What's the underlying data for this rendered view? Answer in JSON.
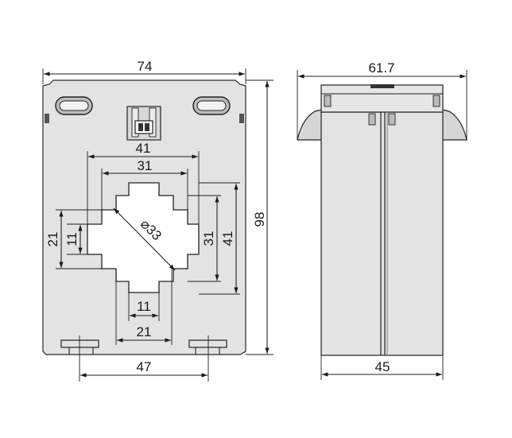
{
  "front_view": {
    "width_label": "74",
    "height_label": "98",
    "window_outer_width_label": "41",
    "window_inner_width_label": "31",
    "diameter_label": "⌀33",
    "left_outer_height_label": "21",
    "left_inner_height_label": "11",
    "right_inner_height_label": "31",
    "right_outer_height_label": "41",
    "bottom_inner_width_label": "11",
    "bottom_outer_width_label": "21",
    "mounting_distance_label": "47"
  },
  "side_view": {
    "top_width_label": "61.7",
    "body_width_label": "45"
  }
}
